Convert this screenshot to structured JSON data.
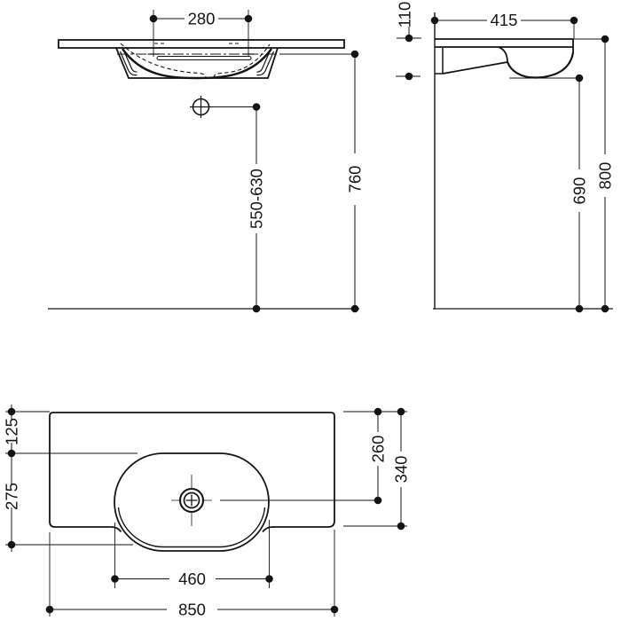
{
  "drawing": {
    "title": "washbasin-technical-drawing",
    "line_color": "#141414",
    "background_color": "#ffffff",
    "front_view": {
      "faucet_spacing": "280",
      "mount_height": "550-630",
      "rim_height": "760"
    },
    "side_view": {
      "apron_height": "110",
      "depth": "415",
      "underside_height": "690",
      "top_height": "800"
    },
    "plan_view": {
      "edge_to_bowl": "125",
      "bowl_front": "275",
      "drain_offset": "260",
      "total_depth": "340",
      "bowl_width": "460",
      "total_width": "850"
    }
  }
}
